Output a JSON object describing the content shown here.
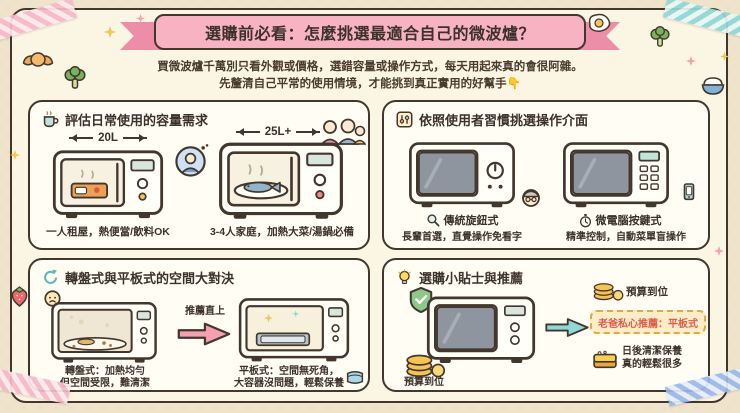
{
  "colors": {
    "background": "#efe3cc",
    "card": "#fbf5e4",
    "outline": "#43362c",
    "ribbon_pink": "#f8b3c3",
    "accent_pink": "#f5a0b0",
    "accent_teal": "#8fd8d4",
    "accent_yellow": "#f6c453",
    "recommend_text": "#e05c4a"
  },
  "header": {
    "title": "選購前必看：怎麼挑選最適合自己的微波爐？",
    "subtitle_line1": "買微波爐千萬別只看外觀或價格，選錯容量或操作方式，每天用起來真的會很阿雜。",
    "subtitle_line2": "先釐清自己平常的使用情境，才能挑到真正實用的好幫手👇"
  },
  "panels": {
    "capacity": {
      "title": "評估日常使用的容量需求",
      "small_label": "20L",
      "small_caption": "一人租屋，熱便當/飲料OK",
      "large_label": "25L+",
      "large_caption": "3-4人家庭，加熱大菜/湯鍋必備"
    },
    "interface": {
      "title": "依照使用者習慣挑選操作介面",
      "dial_label": "傳統旋鈕式",
      "dial_caption": "長輩首選，直覺操作免看字",
      "keypad_label": "微電腦按鍵式",
      "keypad_caption": "精準控制，自動菜單盲操作"
    },
    "layout": {
      "title": "轉盤式與平板式的空間大對決",
      "arrow_label": "推薦直上",
      "turntable_line1": "轉盤式：加熱均勻",
      "turntable_line2": "但空間受限，難清潔",
      "flatbed_line1": "平板式：空間無死角，",
      "flatbed_line2": "大容器沒問題，輕鬆保養"
    },
    "tips": {
      "title": "選購小貼士與推薦",
      "budget_top": "預算到位",
      "budget_bottom": "預算到位",
      "recommendation": "老爸私心推薦：平板式",
      "cleaning_line1": "日後清潔保養",
      "cleaning_line2": "真的輕鬆很多"
    }
  }
}
